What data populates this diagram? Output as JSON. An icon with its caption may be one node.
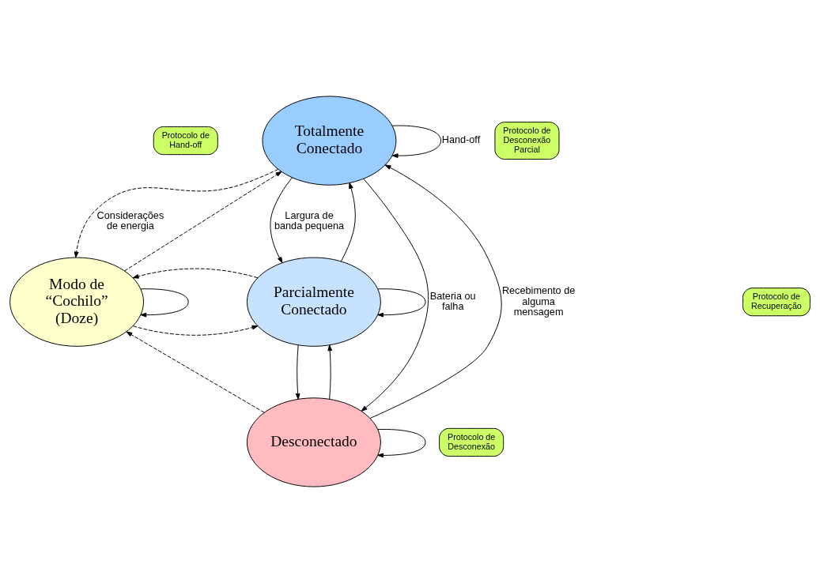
{
  "diagram": {
    "nodes": [
      {
        "text": [
          "Protocolo de Hand-off"
        ]
      },
      {
        "text": [
          "Totalmente Conectado"
        ]
      },
      {
        "text": [
          "Protocolo de Desconexão Parcial"
        ]
      },
      {
        "text": [
          "Protocolo de Recuperação"
        ]
      },
      {
        "text": [
          "Modo de “Cochilo” (Doze)"
        ]
      },
      {
        "text": [
          "Parcialmente Conectado"
        ]
      },
      {
        "text": [
          "Protocolo de Desconexão"
        ]
      },
      {
        "text": [
          "Desconectado"
        ]
      }
    ],
    "edges": [
      {
        "from": 1,
        "to": 1,
        "arrow": "to",
        "label": "Hand-off"
      },
      {
        "from": 1,
        "to": 4,
        "arrow": "to",
        "style": "dashed",
        "label": "Considerações de energia"
      },
      {
        "from": 4,
        "to": 1,
        "arrow": "to",
        "style": "dashed"
      },
      {
        "from": 1,
        "to": 5,
        "arrow": "to",
        "label": "Largura de banda pequena"
      },
      {
        "from": 5,
        "to": 1,
        "arrow": "to"
      },
      {
        "from": 1,
        "to": 7,
        "arrow": "to",
        "label": "Bateria ou falha"
      },
      {
        "from": 7,
        "to": 1,
        "arrow": "to",
        "label": "Recebimento de alguma mensagem"
      },
      {
        "from": 4,
        "to": 5,
        "arrow": "to",
        "style": "dashed"
      },
      {
        "from": 5,
        "to": 4,
        "arrow": "to",
        "style": "dashed"
      },
      {
        "from": 5,
        "to": 5,
        "arrow": "to"
      },
      {
        "from": 7,
        "to": 4,
        "arrow": "to",
        "style": "dashed"
      },
      {
        "from": 7,
        "to": 5,
        "arrow": "to"
      },
      {
        "from": 5,
        "to": 7,
        "arrow": "to"
      },
      {
        "from": 4,
        "to": 4,
        "arrow": "to"
      },
      {
        "from": 7,
        "to": 7,
        "arrow": "to"
      }
    ]
  }
}
